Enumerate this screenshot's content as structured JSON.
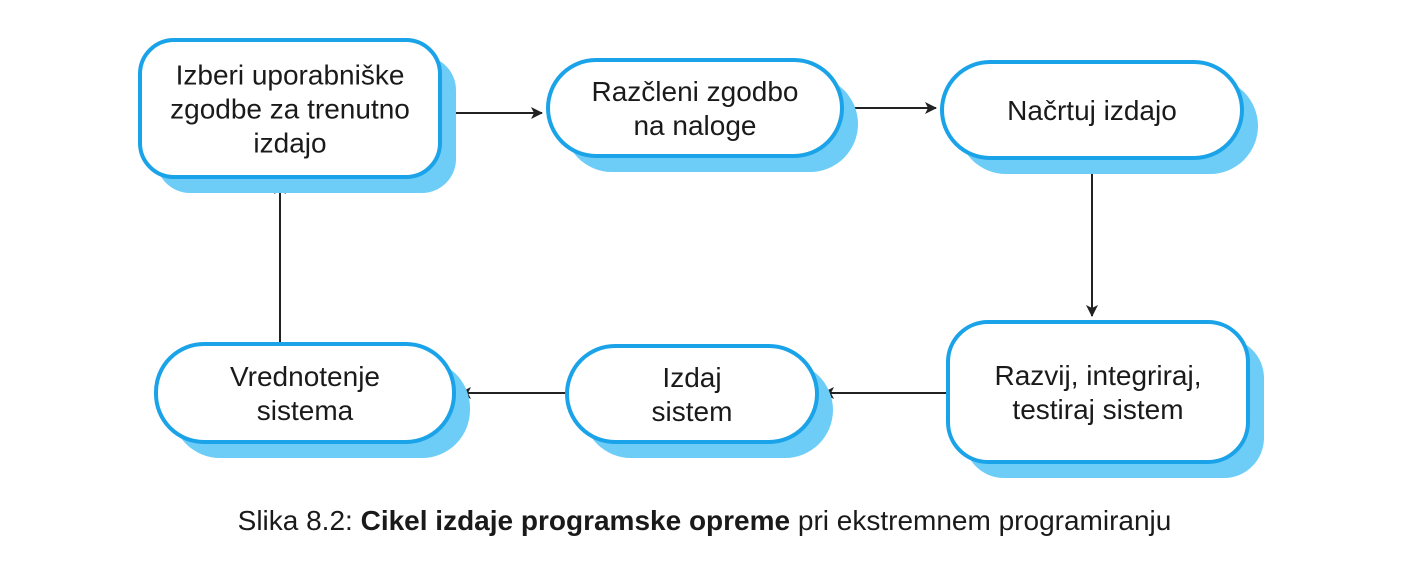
{
  "colors": {
    "node_border": "#1aa3e8",
    "node_shadow": "#6ecdf7",
    "node_fill": "#ffffff",
    "arrow": "#222222",
    "text": "#1a1a1a"
  },
  "nodes": [
    {
      "id": "select-stories",
      "lines": [
        "Izberi uporabniške",
        "zgodbe za trenutno",
        "izdajo"
      ]
    },
    {
      "id": "break-story",
      "lines": [
        "Razčleni zgodbo",
        "na naloge"
      ]
    },
    {
      "id": "plan-release",
      "lines": [
        "Načrtuj izdajo"
      ]
    },
    {
      "id": "develop",
      "lines": [
        "Razvij, integriraj,",
        "testiraj sistem"
      ]
    },
    {
      "id": "release",
      "lines": [
        "Izdaj",
        "sistem"
      ]
    },
    {
      "id": "evaluate",
      "lines": [
        "Vrednotenje",
        "sistema"
      ]
    }
  ],
  "edges": [
    {
      "from": "select-stories",
      "to": "break-story"
    },
    {
      "from": "break-story",
      "to": "plan-release"
    },
    {
      "from": "plan-release",
      "to": "develop"
    },
    {
      "from": "develop",
      "to": "release"
    },
    {
      "from": "release",
      "to": "evaluate"
    },
    {
      "from": "evaluate",
      "to": "select-stories"
    }
  ],
  "caption": {
    "prefix": "Slika 8.2: ",
    "bold": "Cikel izdaje programske opreme",
    "suffix": " pri ekstremnem programiranju"
  }
}
